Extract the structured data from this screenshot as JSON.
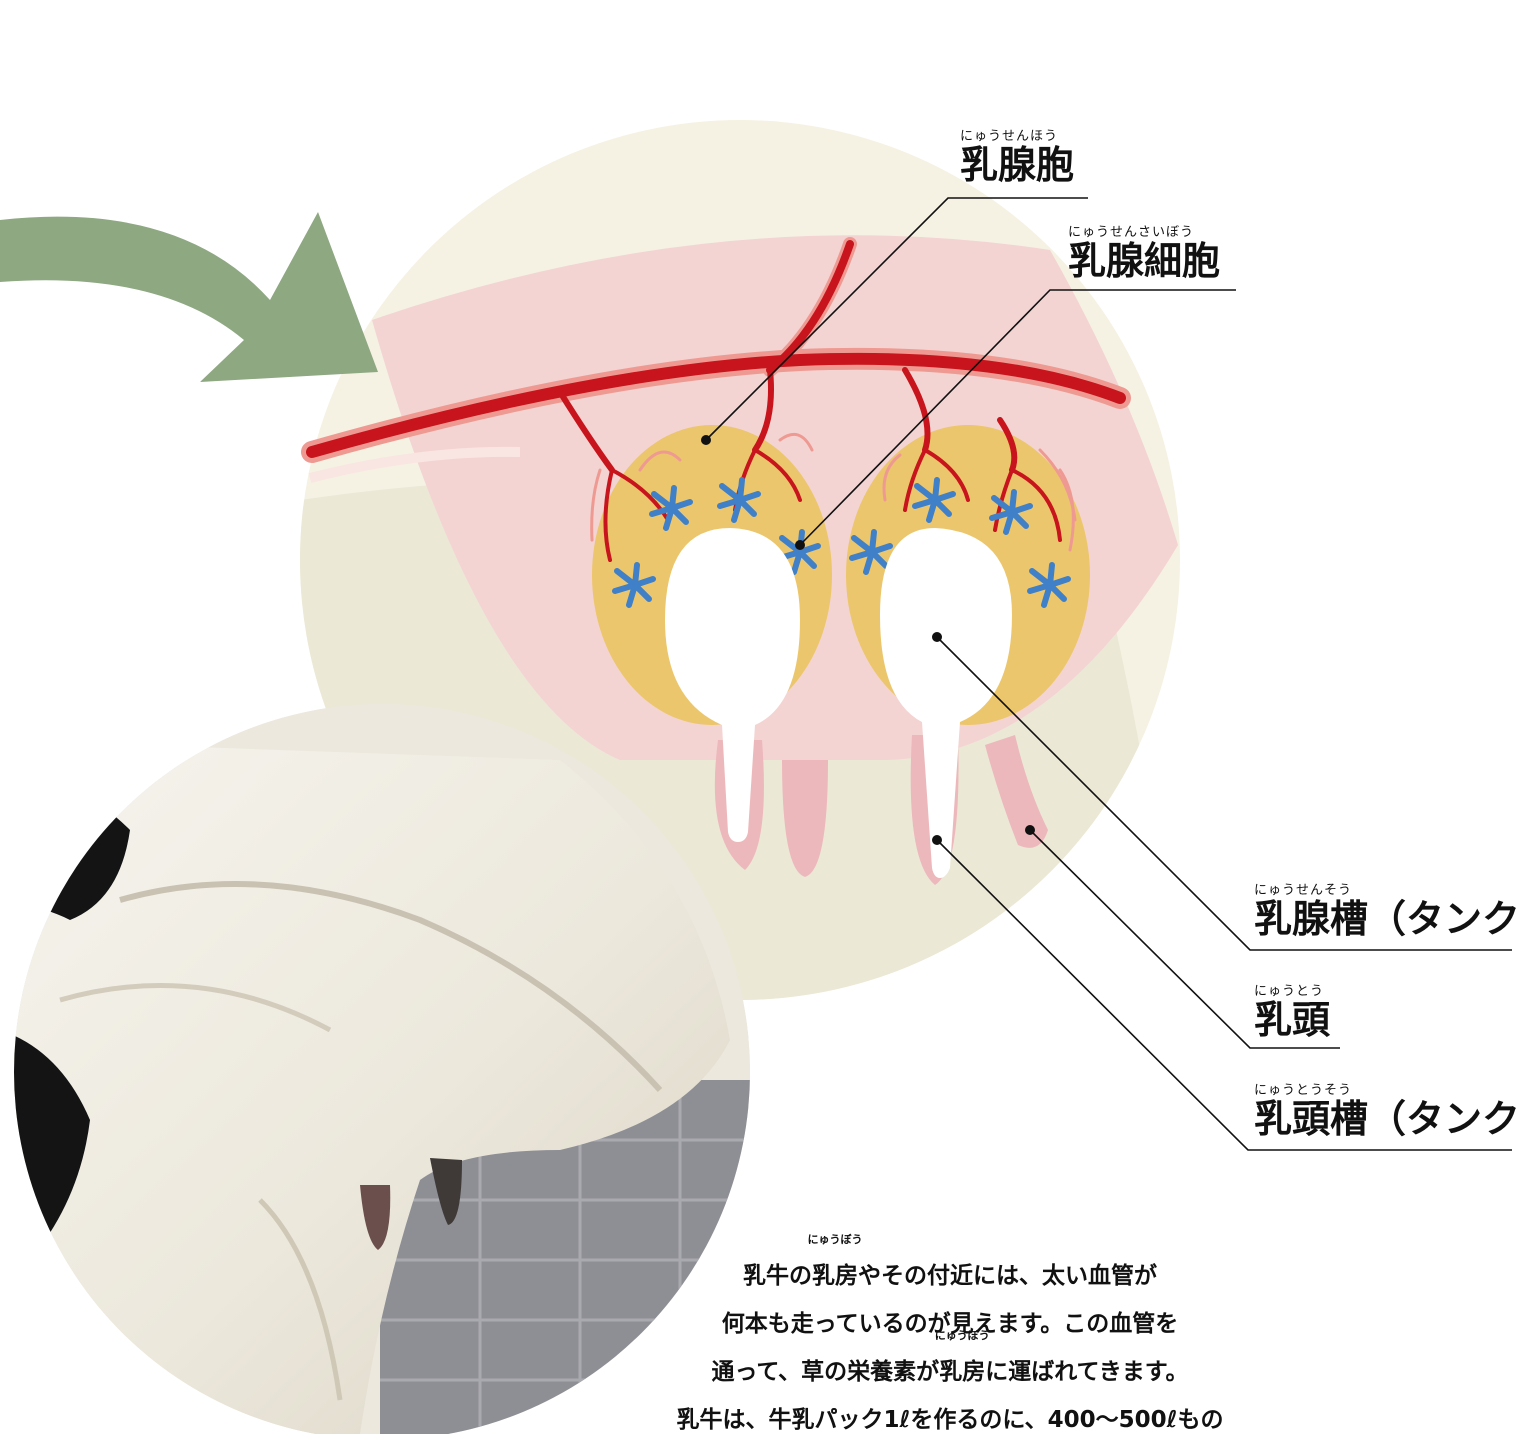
{
  "labels": {
    "alveolus": {
      "ruby": "にゅうせんほう",
      "text": "乳腺胞"
    },
    "alveolar_cell": {
      "ruby": "にゅうせんさいぼう",
      "text": "乳腺細胞"
    },
    "gland_cistern": {
      "ruby": "にゅうせんそう",
      "text": "乳腺槽（タンク）"
    },
    "teat": {
      "ruby": "にゅうとう",
      "text": "乳頭"
    },
    "teat_cistern": {
      "ruby": "にゅうとうそう",
      "text": "乳頭槽（タンク）"
    }
  },
  "caption": {
    "line1_a": "乳牛の",
    "line1_rb": "乳房",
    "line1_rt": "にゅうぼう",
    "line1_b": "やその付近には、太い血管が",
    "line2": "何本も走っているのが見えます。この血管を",
    "line3_a": "通って、草の栄養素が",
    "line3_rb": "乳房",
    "line3_rt": "にゅうぼう",
    "line3_b": "に運ばれてきます。",
    "line4": "乳牛は、牛乳パック1ℓを作るのに、400〜500ℓもの"
  },
  "colors": {
    "bg_circle": "#f5f2e3",
    "lower_band": "#ebe8d6",
    "udder_pink": "#f3d4d2",
    "vessel_red": "#c8141c",
    "vessel_light": "#ee9a92",
    "alveolus_yellow": "#ecc66c",
    "cell_blue": "#3f80c8",
    "teat_pink": "#ecb8bb",
    "arrow_green": "#8ea882"
  }
}
